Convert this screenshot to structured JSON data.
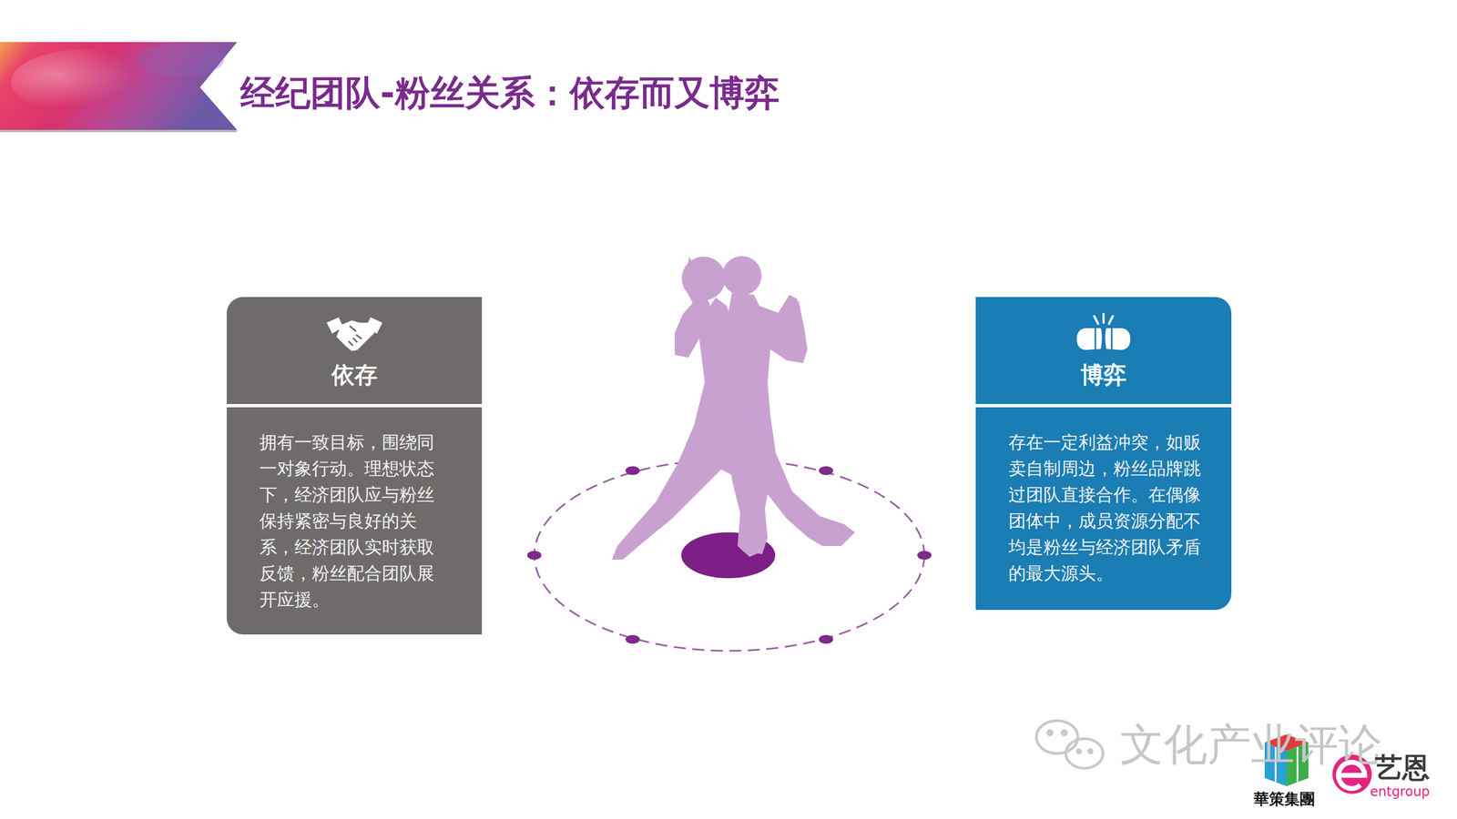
{
  "diagram": {
    "title": "经纪团队-粉丝关系：依存而又博弈",
    "nodes": [
      {
        "text": [
          "依存",
          "拥有一致目标，围绕同一对象行动。理想状态下，经济团队应与粉丝保持紧密与良好的关系，经济团队实时获取反馈，粉丝配合团队展开应援。"
        ]
      },
      {
        "text": [
          "博弈",
          "存在一定利益冲突，如贩卖自制周边，粉丝品牌跳过团队直接合作。在偶像团体中，成员资源分配不均是粉丝与经济团队矛盾的最大源头。"
        ]
      }
    ],
    "labels": [
      "文化产业评论",
      "華策集團",
      "艺恩",
      "entgroup"
    ]
  }
}
